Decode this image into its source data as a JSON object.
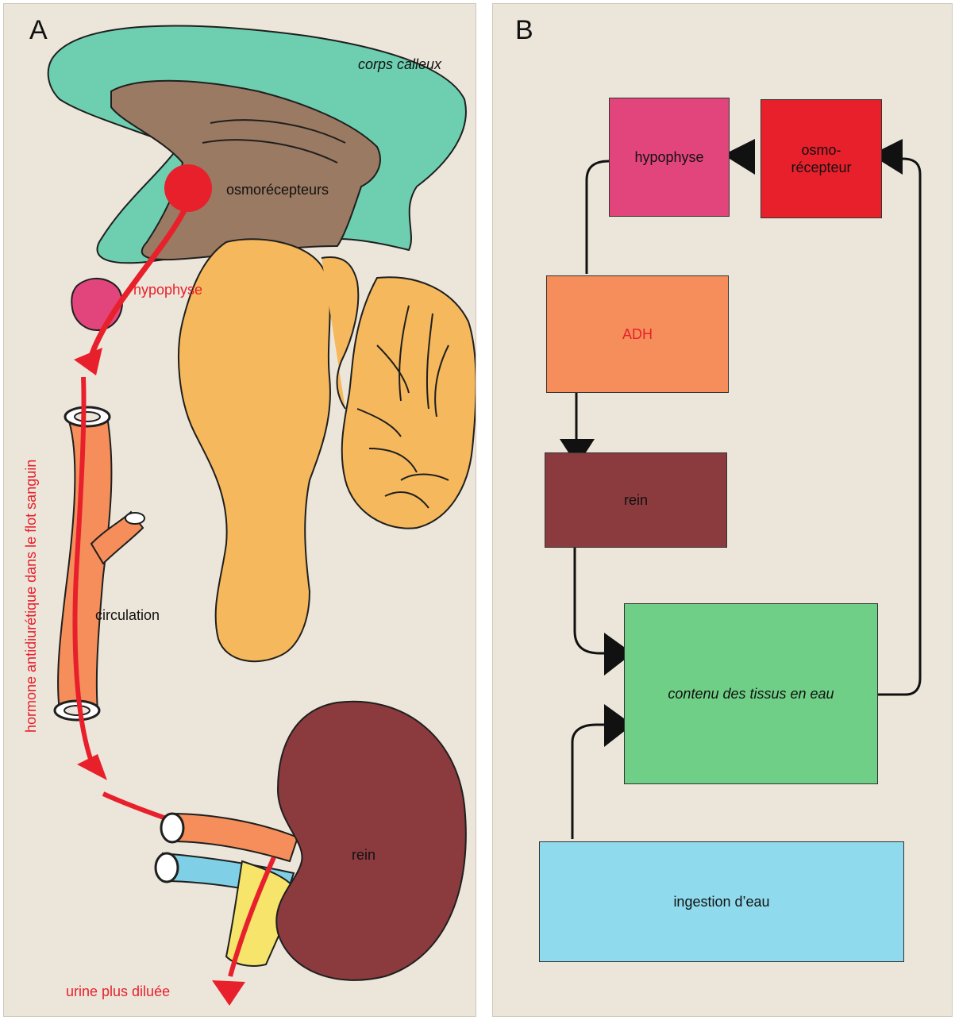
{
  "panel_a": {
    "letter": "A",
    "labels": {
      "corps_calleux": "corps calleux",
      "osmorecepteurs": "osmorécepteurs",
      "hypophyse": "hypophyse",
      "flot": "hormone antidiurétique dans le flot sanguin",
      "circulation": "circulation",
      "rein": "rein",
      "urine": "urine plus diluée"
    }
  },
  "panel_b": {
    "letter": "B",
    "boxes": {
      "hypophyse": "hypophyse",
      "osmorecepteur_line1": "osmo-",
      "osmorecepteur_line2": "récepteur",
      "adh": "ADH",
      "rein": "rein",
      "contenu": "contenu des tissus en eau",
      "ingestion": "ingestion d’eau"
    }
  },
  "colors": {
    "hypophyse": "#e2457c",
    "osmorecepteur": "#e8202c",
    "adh": "#f58e5a",
    "rein": "#8b3a3e",
    "contenu": "#6fcf86",
    "ingestion": "#8fdaec",
    "arrow_red": "#e8202c",
    "corps_calleux": "#6dcfb0",
    "brain_brown": "#9a7a62",
    "brainstem": "#f5b85c"
  }
}
